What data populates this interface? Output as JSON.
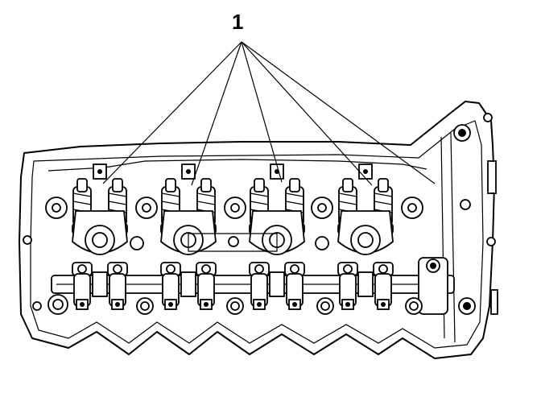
{
  "callout": {
    "label": "1"
  },
  "colors": {
    "line": "#000000",
    "background": "#ffffff"
  },
  "parts": {
    "rocker_arm_count": 4,
    "valve_spring_count": 8,
    "bearing_cap_count": 4
  }
}
